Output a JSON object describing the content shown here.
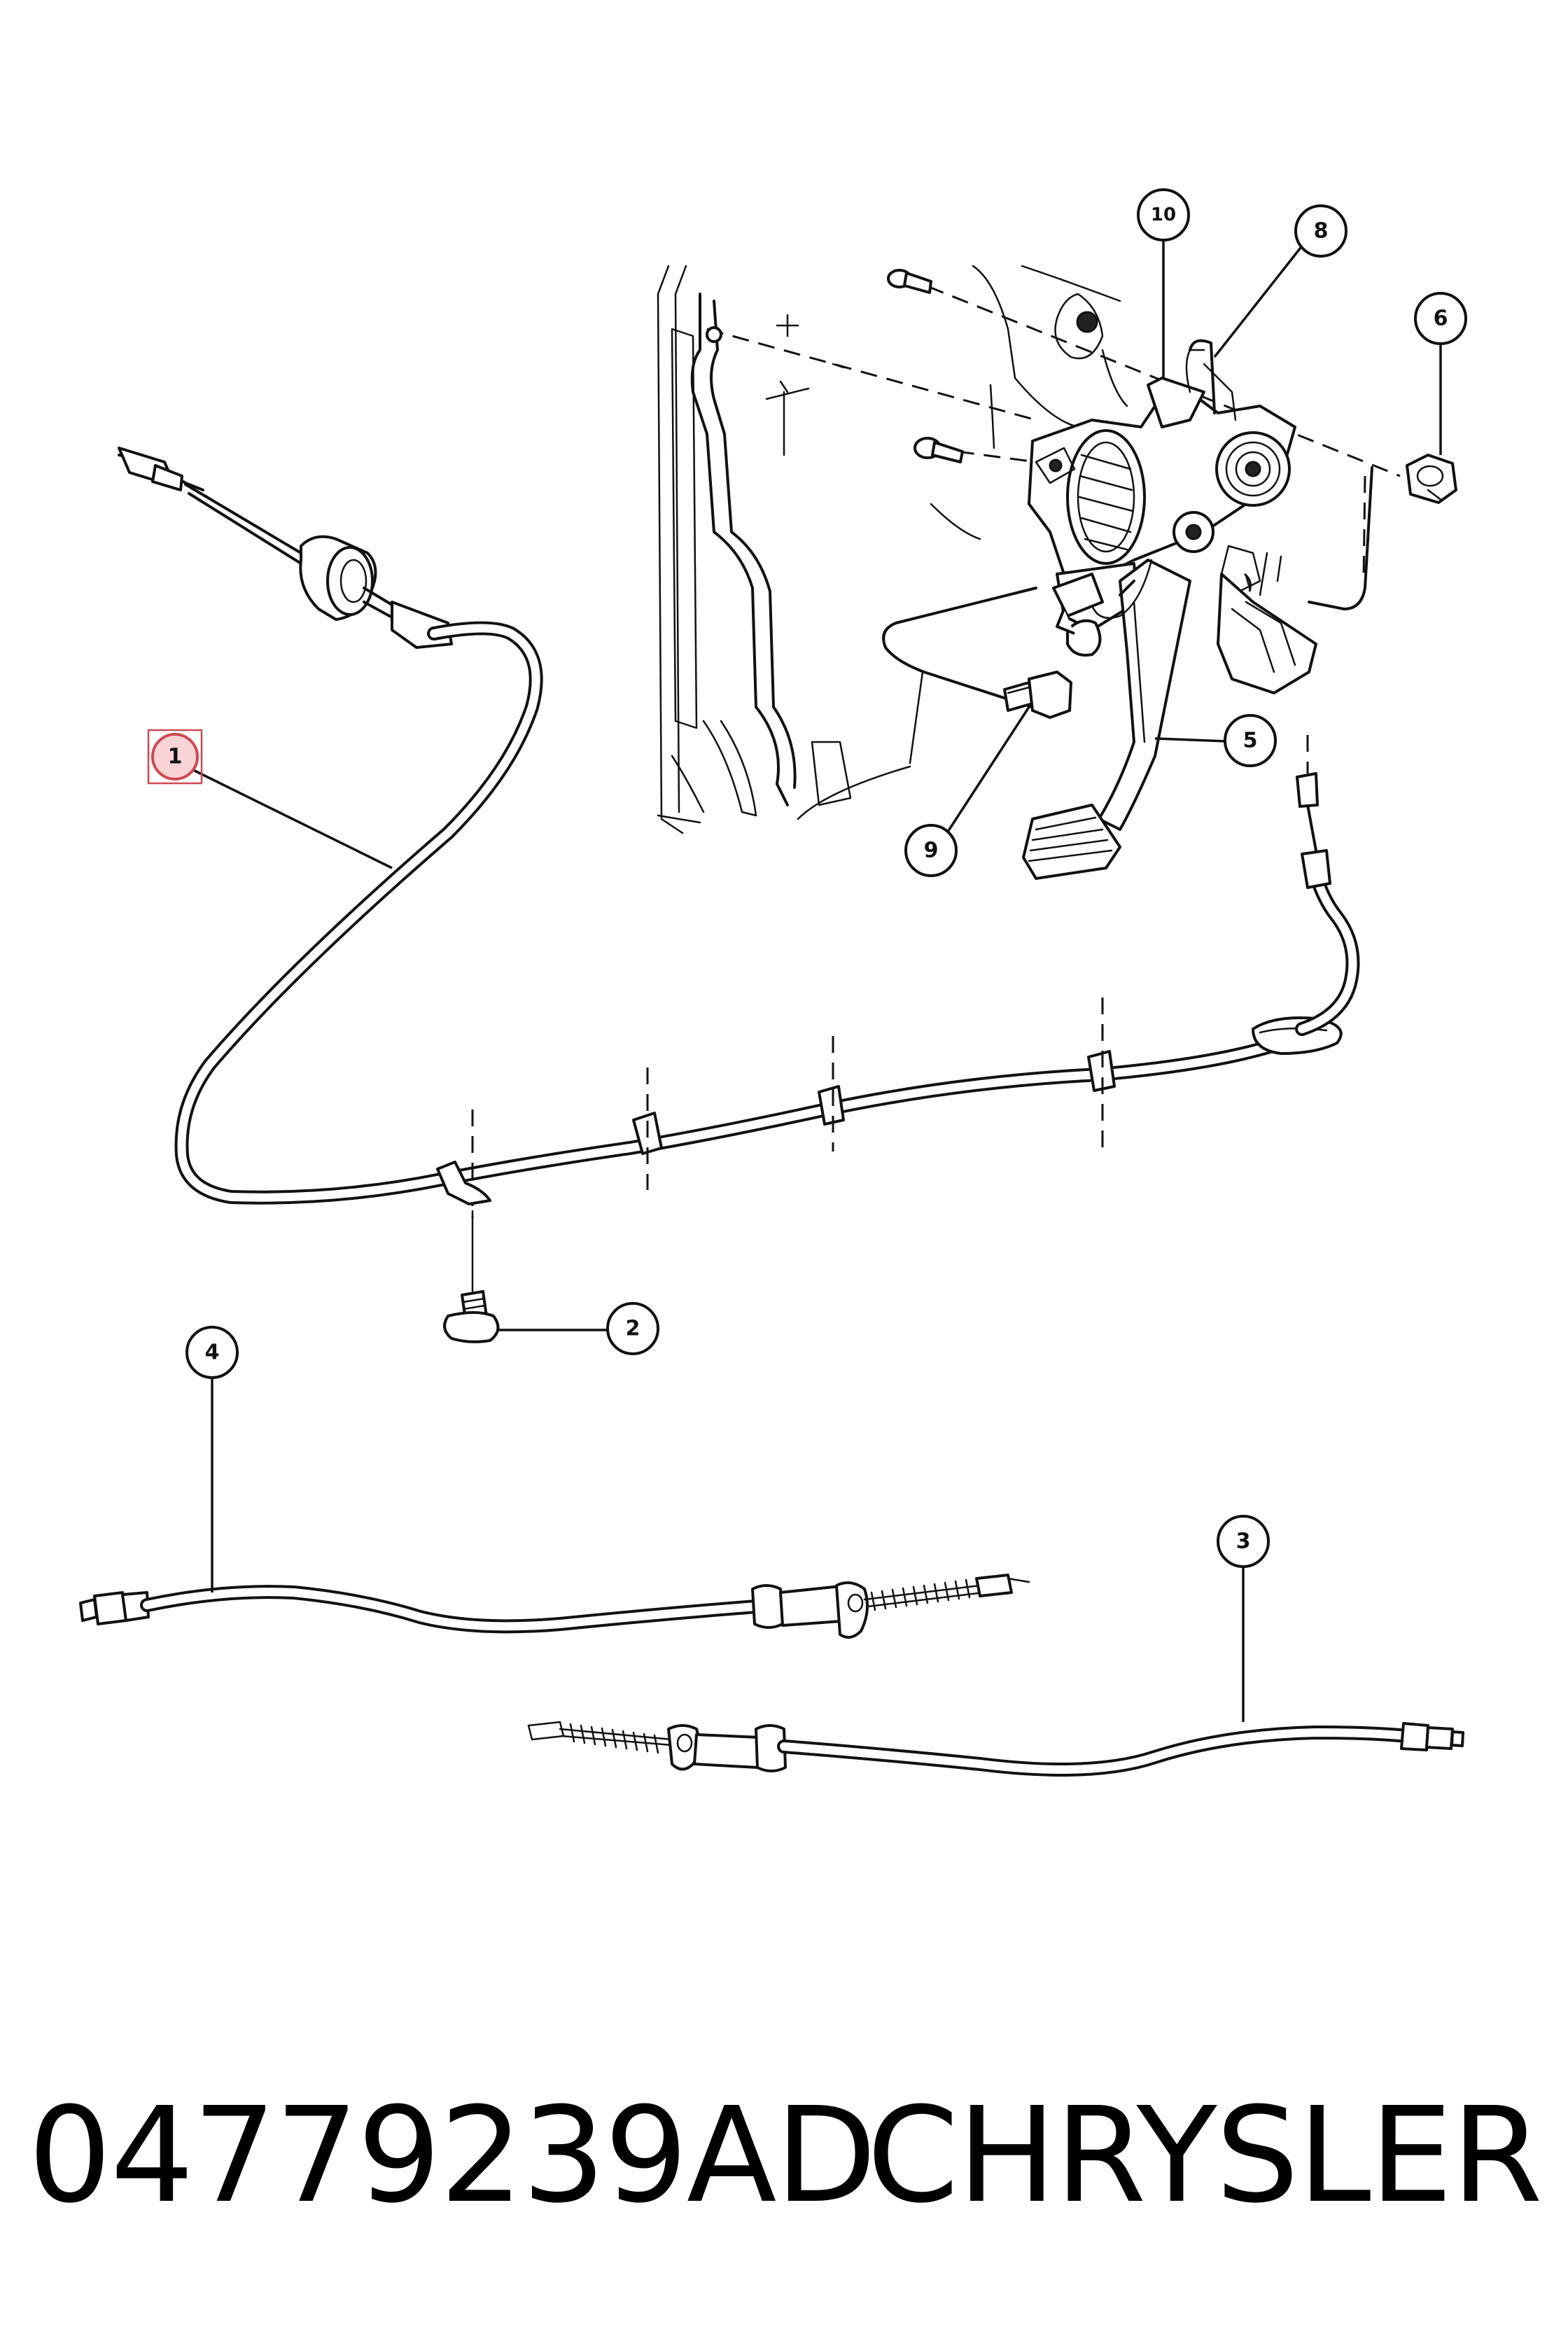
{
  "callouts": {
    "c1": "1",
    "c2": "2",
    "c3": "3",
    "c4": "4",
    "c5": "5",
    "c6": "6",
    "c8": "8",
    "c9": "9",
    "c10": "10"
  },
  "highlighted_callout": "1",
  "footer": {
    "part_number": "04779239AD",
    "brand": "CHRYSLER"
  },
  "colors": {
    "line_art": "#111111",
    "highlight_fill": "#f9d4d6",
    "highlight_stroke": "#d04850"
  }
}
